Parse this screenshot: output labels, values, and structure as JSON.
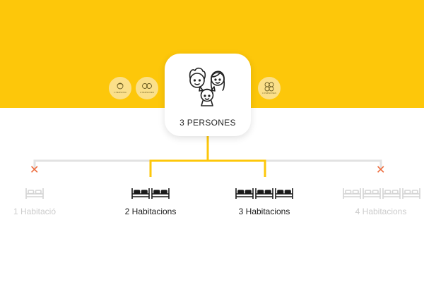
{
  "colors": {
    "brand_yellow": "#fdc70a",
    "yellow_light": "#fbe08a",
    "connector_active": "#fdc70a",
    "connector_inactive": "#e2e2e2",
    "cross": "#ee6a3a",
    "text_active": "#1a1a1a",
    "text_inactive": "#cccccc"
  },
  "center": {
    "label": "3 PERSONES",
    "icon": "family-icon"
  },
  "options": [
    {
      "label": "1 Habitació",
      "beds": 1,
      "status": "inactive",
      "excluded": true
    },
    {
      "label": "2 Habitacions",
      "beds": 2,
      "status": "active",
      "excluded": false
    },
    {
      "label": "3 Habitacions",
      "beds": 3,
      "status": "active",
      "excluded": false
    },
    {
      "label": "4 Habitacions",
      "beds": 4,
      "status": "inactive",
      "excluded": true
    }
  ],
  "cross_symbol": "✕",
  "small_badges": [
    {
      "icon": "one-person-icon",
      "text": "1 PERSONA"
    },
    {
      "icon": "two-persons-icon",
      "text": "2 PERSONES"
    },
    {
      "icon": "four-persons-icon",
      "text": "4 PERSONES"
    }
  ]
}
